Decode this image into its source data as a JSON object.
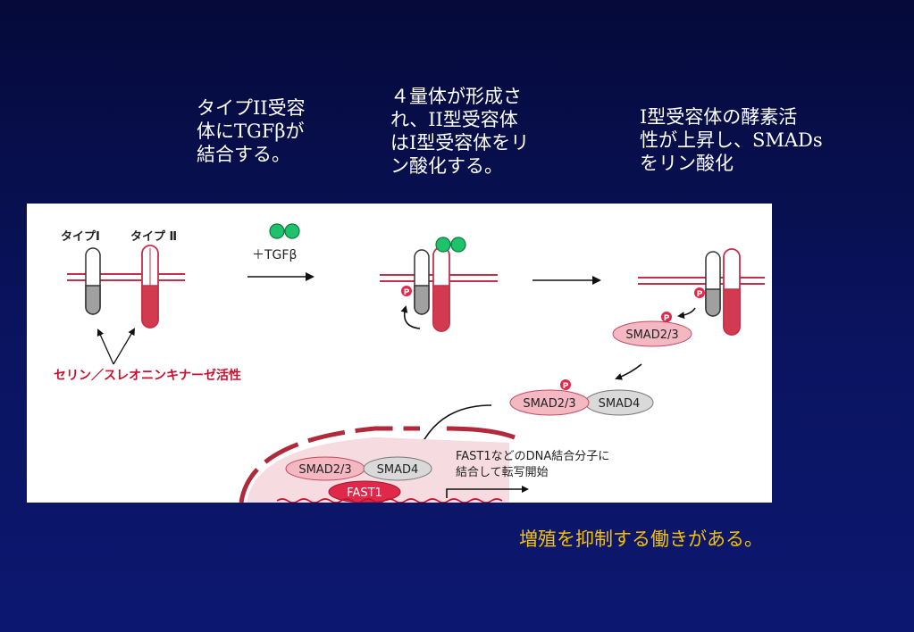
{
  "captions": {
    "step1": "タイプII受容\n体にTGFβが\n結合する。",
    "step2": "４量体が形成さ\nれ、II型受容体\nはI型受容体をリ\nン酸化する。",
    "step3": "I型受容体の酵素活\n性が上昇し、SMADs\nをリン酸化"
  },
  "figure": {
    "label_type1": "タイプⅠ",
    "label_type2": "タイプ Ⅱ",
    "ligand_label": "＋TGFβ",
    "activity_label": "セリン／スレオニンキナーゼ活性",
    "phospho": "P",
    "smad23": "SMAD2/3",
    "smad4": "SMAD4",
    "fast1": "FAST1",
    "nuclear_note_line1": "FAST1などのDNA結合分子に",
    "nuclear_note_line2": "結合して転写開始"
  },
  "conclusion": "増殖を抑制する働きがある。",
  "colors": {
    "background": "#0a1460",
    "caption_text": "#ffffff",
    "conclusion_text": "#f5c000",
    "receptor_red": "#d23a50",
    "receptor_gray": "#a0a0a0",
    "ligand_green": "#1fc16a",
    "activity_red": "#c8102e",
    "smad23_fill": "#f4b8c3",
    "smad4_fill": "#d9d9d9"
  }
}
